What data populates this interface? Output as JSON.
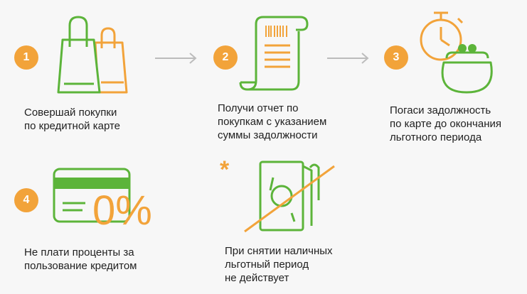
{
  "steps": [
    {
      "number": "1",
      "lines": [
        "Совершай покупки",
        "по кредитной карте"
      ]
    },
    {
      "number": "2",
      "lines": [
        "Получи отчет по",
        "покупкам с указанием",
        "суммы задолжности"
      ]
    },
    {
      "number": "3",
      "lines": [
        "Погаси задолжность",
        "по карте до окончания",
        "льготного периода"
      ]
    },
    {
      "number": "4",
      "lines": [
        "Не плати проценты за",
        "пользование кредитом"
      ]
    }
  ],
  "note": {
    "marker": "*",
    "lines": [
      "При снятии наличных",
      "льготный период",
      "не действует"
    ]
  },
  "card_percent": "0%",
  "colors": {
    "green": "#5cb43a",
    "orange": "#f2a33a",
    "arrow": "#bcbcbc"
  },
  "icons": [
    "shopping-bags-icon",
    "receipt-icon",
    "alarm-clock-icon",
    "wallet-icon",
    "credit-card-icon",
    "cash-withdrawal-icon"
  ]
}
